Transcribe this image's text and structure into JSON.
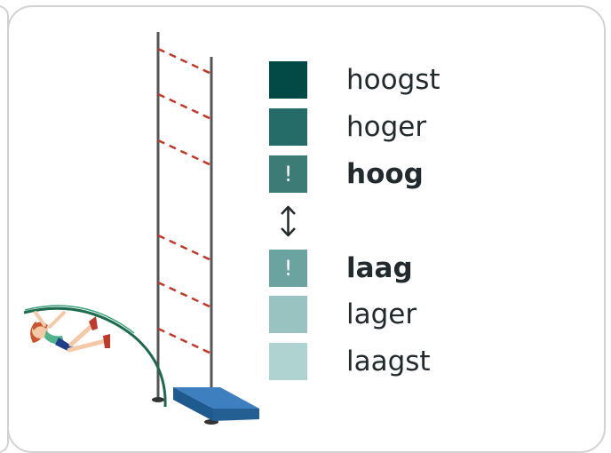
{
  "legend": {
    "items": [
      {
        "label": "hoogst",
        "color": "#034a46",
        "mark": "",
        "bold": false
      },
      {
        "label": "hoger",
        "color": "#256b67",
        "mark": "",
        "bold": false
      },
      {
        "label": "hoog",
        "color": "#3d7b77",
        "mark": "!",
        "bold": true
      },
      {
        "label": "laag",
        "color": "#6aa3a0",
        "mark": "!",
        "bold": true
      },
      {
        "label": "lager",
        "color": "#98c3c1",
        "mark": "",
        "bold": false
      },
      {
        "label": "laagst",
        "color": "#aed3d1",
        "mark": "",
        "bold": false
      }
    ],
    "separator_icon": "up-down-arrow-icon"
  },
  "illustration": {
    "subject": "pole-vault-girl",
    "bar_colors": [
      "#c0392b",
      "#ffffff"
    ],
    "mat_color": "#2c6aa0"
  }
}
